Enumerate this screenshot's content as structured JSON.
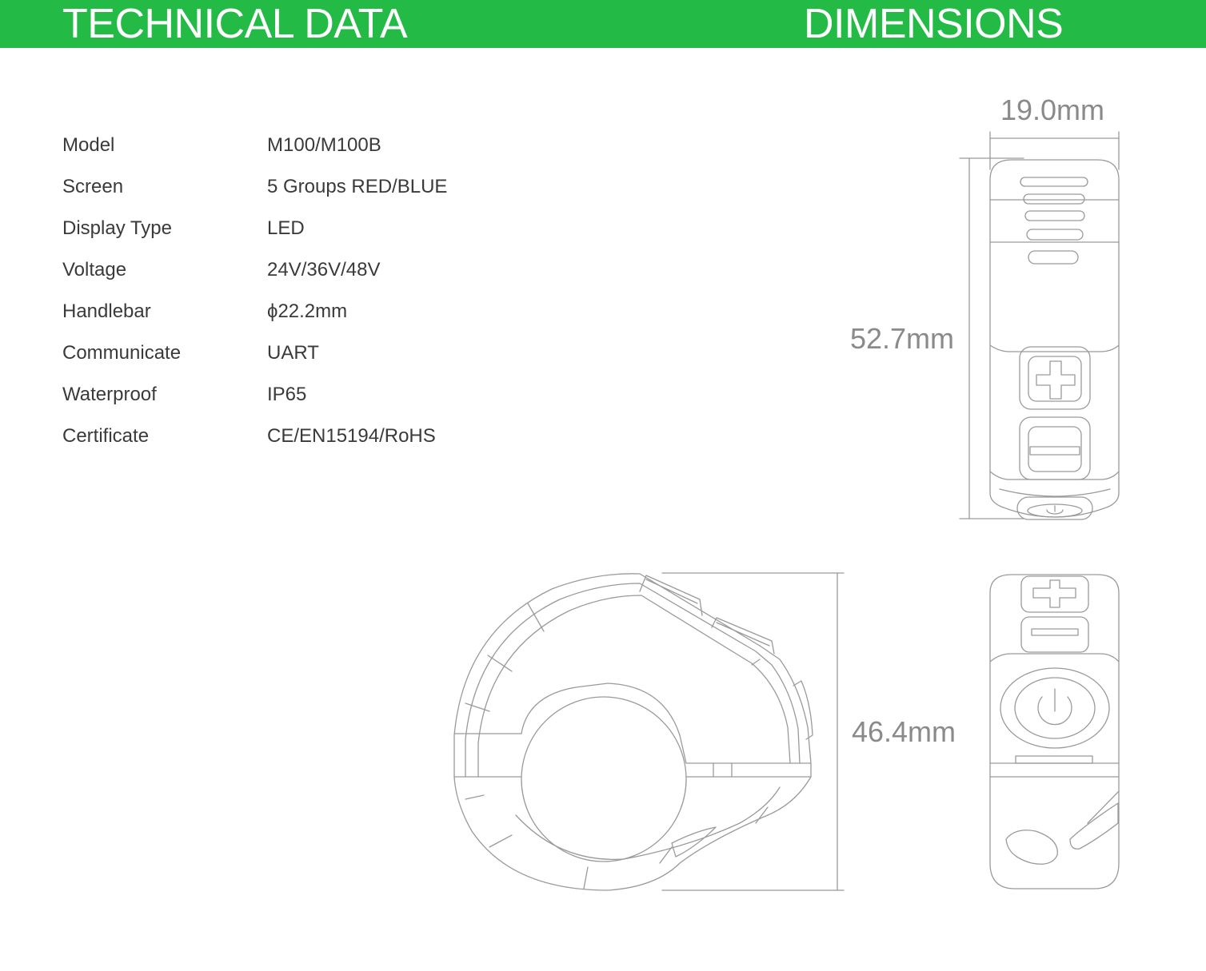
{
  "header": {
    "left_title": "TECHNICAL DATA",
    "right_title": "DIMENSIONS",
    "color": "#23ba46"
  },
  "specs": [
    {
      "label": "Model",
      "value": "M100/M100B"
    },
    {
      "label": "Screen",
      "value": "5 Groups RED/BLUE"
    },
    {
      "label": "Display Type",
      "value": "LED"
    },
    {
      "label": "Voltage",
      "value": "24V/36V/48V"
    },
    {
      "label": "Handlebar",
      "value": "ϕ22.2mm"
    },
    {
      "label": "Communicate",
      "value": "UART"
    },
    {
      "label": "Waterproof",
      "value": "IP65"
    },
    {
      "label": "Certificate",
      "value": "CE/EN15194/RoHS"
    }
  ],
  "dimensions": {
    "width": "19.0mm",
    "height": "52.7mm",
    "depth": "46.4mm"
  }
}
